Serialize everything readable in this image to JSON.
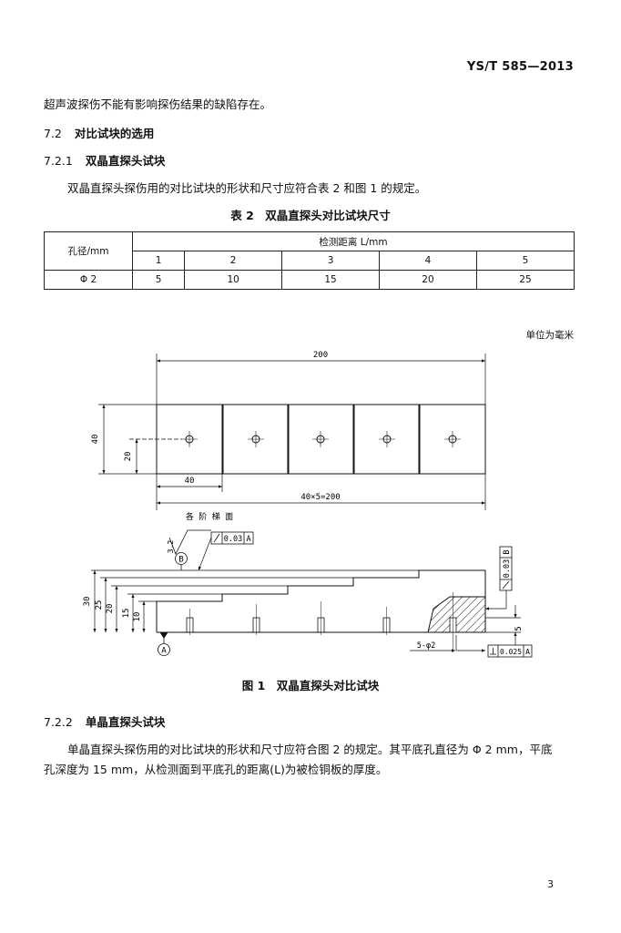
{
  "header": {
    "standard": "YS/T 585—2013"
  },
  "body": {
    "carry_line": "超声波探伤不能有影响探伤结果的缺陷存在。",
    "sec_7_2": {
      "num": "7.2",
      "title": "对比试块的选用"
    },
    "sec_7_2_1": {
      "num": "7.2.1",
      "title": "双晶直探头试块"
    },
    "para_7_2_1": "双晶直探头探伤用的对比试块的形状和尺寸应符合表 2 和图 1 的规定。",
    "sec_7_2_2": {
      "num": "7.2.2",
      "title": "单晶直探头试块"
    },
    "para_7_2_2_line1": "单晶直探头探伤用的对比试块的形状和尺寸应符合图 2 的规定。其平底孔直径为 Φ 2 mm，平底",
    "para_7_2_2_line2": "孔深度为 15 mm，从检测面到平底孔的距离(L)为被检铜板的厚度。"
  },
  "table2": {
    "caption": "表 2　双晶直探头对比试块尺寸",
    "row_header": "孔径/mm",
    "group_header": "检测距离 L/mm",
    "columns": [
      "1",
      "2",
      "3",
      "4",
      "5"
    ],
    "rows": [
      {
        "label": "Φ 2",
        "values": [
          "5",
          "10",
          "15",
          "20",
          "25"
        ]
      }
    ]
  },
  "figure1": {
    "unit_note": "单位为毫米",
    "caption": "图 1　双晶直探头对比试块",
    "top_view": {
      "total_length": "200",
      "height": "40",
      "hole_offset": "20",
      "block_width": "40",
      "steps_total": "40×5=200",
      "view_label": "各 阶 梯 面"
    },
    "side_view": {
      "step_dims": [
        "30",
        "25",
        "20",
        "15",
        "10"
      ],
      "roughness": "3.2",
      "flatness_tol": "0.03",
      "flatness_ref": "A",
      "right_tol": "0.03",
      "right_ref": "B",
      "right_dim": "5",
      "holes_note": "5-φ2",
      "perp_tol": "0.025",
      "perp_ref": "A",
      "datum_a": "A",
      "datum_b": "B"
    }
  },
  "footer": {
    "page": "3"
  }
}
